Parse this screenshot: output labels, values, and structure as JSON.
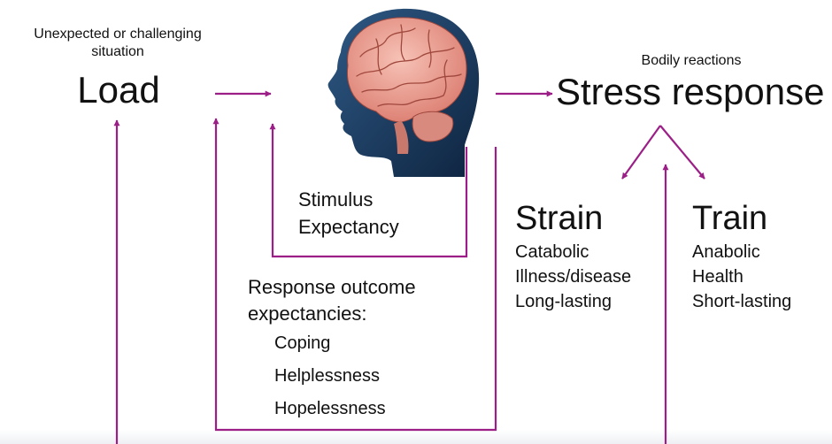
{
  "load": {
    "caption_line1": "Unexpected or challenging",
    "caption_line2": "situation",
    "title": "Load"
  },
  "brain": {
    "icon": "head-brain-icon"
  },
  "stress": {
    "caption": "Bodily reactions",
    "title": "Stress response"
  },
  "stimulus": {
    "line1": "Stimulus",
    "line2": "Expectancy"
  },
  "response_outcome": {
    "line1": "Response outcome",
    "line2": "expectancies:",
    "items": [
      "Coping",
      "Helplessness",
      "Hopelessness"
    ]
  },
  "strain": {
    "title": "Strain",
    "items": [
      "Catabolic",
      "Illness/disease",
      "Long-lasting"
    ]
  },
  "train": {
    "title": "Train",
    "items": [
      "Anabolic",
      "Health",
      "Short-lasting"
    ]
  },
  "colors": {
    "arrow": "#9b1f86",
    "text": "#111111",
    "head": "#1c3a5c",
    "brain": "#e8998e"
  }
}
